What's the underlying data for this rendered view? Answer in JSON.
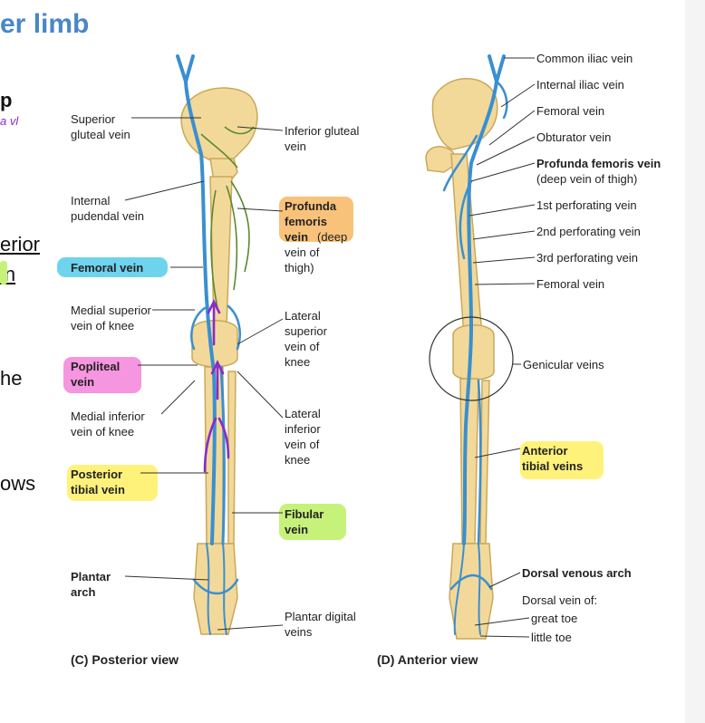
{
  "title": "er limb",
  "left_fragments": [
    "p",
    "erior",
    "in",
    "he",
    "ows"
  ],
  "handwriting": "a vl",
  "colors": {
    "title": "#4a86c8",
    "vein": "#3a8fd0",
    "bone": "#f2d99a",
    "muscle": "#5c8a2e",
    "ink": "#8a2bc9",
    "highlight_yellow": "#fff27a",
    "highlight_orange": "#f9c27a",
    "highlight_cyan": "#6fd3ee",
    "highlight_pink": "#f47bd8",
    "highlight_green": "#c6f27a"
  },
  "posterior": {
    "caption": "(C) Posterior view",
    "labels": {
      "superior_gluteal": "Superior\ngluteal vein",
      "internal_pudendal": "Internal\npudendal vein",
      "femoral": "Femoral vein",
      "medial_superior": "Medial superior\nvein of knee",
      "popliteal": "Popliteal\nvein",
      "medial_inferior": "Medial inferior\nvein of knee",
      "posterior_tibial": "Posterior\ntibial vein",
      "plantar_arch": "Plantar\narch",
      "inferior_gluteal": "Inferior gluteal\nvein",
      "profunda_femoris": "Profunda\nfemoris\nvein",
      "profunda_paren": "(deep",
      "profunda_paren2": "vein of\nthigh)",
      "lateral_superior": "Lateral\nsuperior\nvein of\nknee",
      "lateral_inferior": "Lateral\ninferior\nvein of\nknee",
      "fibular": "Fibular\nvein",
      "plantar_digital": "Plantar digital\nveins"
    }
  },
  "anterior": {
    "caption": "(D) Anterior view",
    "labels": {
      "common_iliac": "Common iliac vein",
      "internal_iliac": "Internal iliac vein",
      "femoral_top": "Femoral vein",
      "obturator": "Obturator vein",
      "profunda": "Profunda femoris vein",
      "profunda_sub": "(deep vein of thigh)",
      "perf1": "1st perforating vein",
      "perf2": "2nd perforating vein",
      "perf3": "3rd perforating vein",
      "femoral_low": "Femoral vein",
      "genicular": "Genicular veins",
      "anterior_tibial": "Anterior\ntibial veins",
      "dorsal_arch": "Dorsal venous arch",
      "dorsal_vein_of": "Dorsal vein of:",
      "great_toe": "great toe",
      "little_toe": "little toe"
    }
  }
}
